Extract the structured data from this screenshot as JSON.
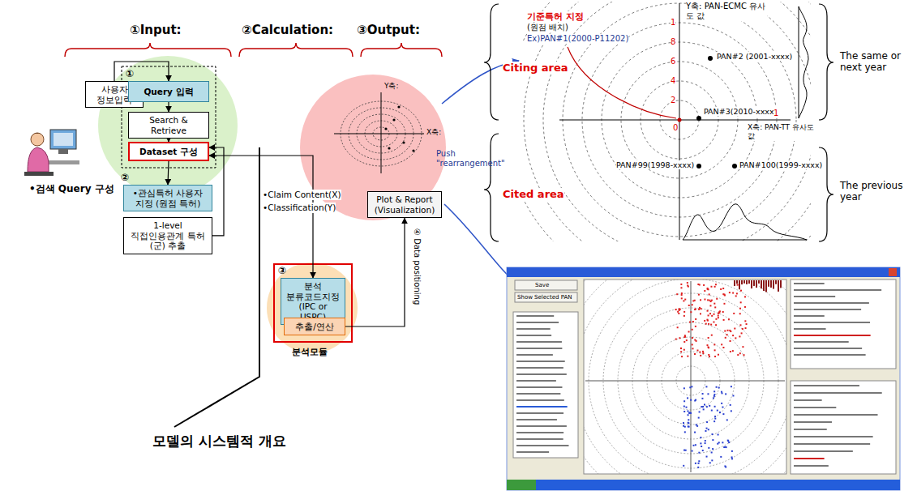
{
  "diagram": {
    "caption": "모델의 시스템적 개요",
    "nodes": [
      {
        "text": [
          "사용자 정보입력"
        ]
      },
      {
        "text": [
          "①",
          "Query 입력"
        ]
      },
      {
        "text": [
          "Search & Retrieve"
        ]
      },
      {
        "text": [
          "Dataset 구성"
        ]
      },
      {
        "text": [
          "②",
          "•관심특허 사용자 지정 (원점 특허)"
        ]
      },
      {
        "text": [
          "1-level 직접인용관계 특허(군) 추출"
        ]
      },
      {
        "text": [
          "③",
          "분석 분류코드지정 (IPC or USPC)"
        ]
      },
      {
        "text": [
          "추출/연산"
        ]
      },
      {
        "text": [
          "Plot & Report (Visualization)"
        ]
      }
    ],
    "edges": [
      {
        "from": 0,
        "to": 1,
        "arrow": "to"
      },
      {
        "from": 1,
        "to": 2,
        "arrow": "to"
      },
      {
        "from": 2,
        "to": 3,
        "arrow": "to"
      },
      {
        "from": 3,
        "to": 4,
        "arrow": "to"
      },
      {
        "from": 5,
        "to": 3,
        "arrow": "to"
      },
      {
        "from": 3,
        "to": 6,
        "arrow": "both"
      },
      {
        "from": 6,
        "to": 7,
        "arrow": "to"
      },
      {
        "from": 7,
        "to": 8,
        "arrow": "to"
      }
    ],
    "labels": [
      "①Input:",
      "②Calculation:",
      "③Output:",
      "•검색 Query 구성",
      "•Claim Content(X)",
      "•Classification(Y)",
      "분석모듈",
      "④ Data positioning",
      "Y축:",
      "X축:",
      "Y축: PAN-ECMC 유사도 값",
      "기준특허 지정",
      "(원점 배치)",
      "Ex)PAN#1(2000-P11202)",
      "Citing area",
      "Cited area",
      "Push \"rearrangement\"",
      "PAN#2 (2001-xxxx)",
      "PAN#3(2010-xxxx)",
      "PAN#99(1998-xxxx)",
      "PAN#100(1999-xxxx)",
      "X축: PAN-TT 유사도 값",
      "The same or next year",
      "The previous year",
      "1",
      "8",
      "6",
      "4",
      "2",
      "0",
      "1",
      "Save",
      "Show Selected PAN"
    ]
  }
}
